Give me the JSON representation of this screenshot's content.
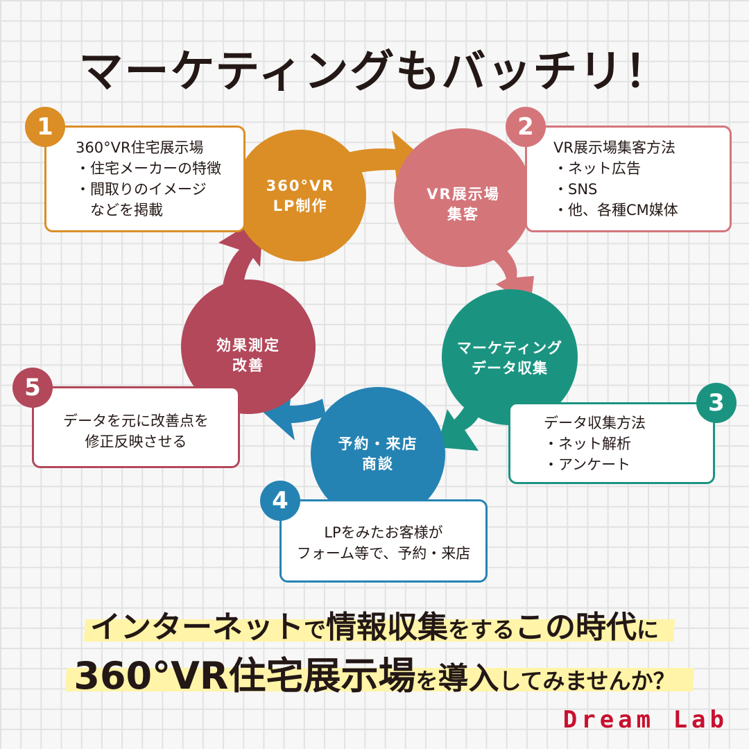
{
  "title": "マーケティングもバッチリ！",
  "colors": {
    "step1": "#DB8E26",
    "step2": "#D4757A",
    "step3": "#1A9480",
    "step4": "#2583B3",
    "step5": "#B2485A",
    "highlight": "#FFF4A8",
    "logo": "#C8102E"
  },
  "steps": [
    {
      "number": "1",
      "circle": [
        "360°VR",
        "LP制作"
      ],
      "box": [
        "360°VR住宅展示場",
        "・住宅メーカーの特徴",
        "・間取りのイメージ",
        "　などを掲載"
      ]
    },
    {
      "number": "2",
      "circle": [
        "VR展示場",
        "集客"
      ],
      "box": [
        "VR展示場集客方法",
        "・ネット広告",
        "・SNS",
        "・他、各種CM媒体"
      ]
    },
    {
      "number": "3",
      "circle": [
        "マーケティング",
        "データ収集"
      ],
      "box": [
        "データ収集方法",
        "・ネット解析",
        "・アンケート"
      ]
    },
    {
      "number": "4",
      "circle": [
        "予約・来店",
        "商談"
      ],
      "box": [
        "LPをみたお客様が",
        "フォーム等で、予約・来店"
      ]
    },
    {
      "number": "5",
      "circle": [
        "効果測定",
        "改善"
      ],
      "box": [
        "データを元に改善点を",
        "修正反映させる"
      ]
    }
  ],
  "bottom": {
    "line1": [
      "インターネット",
      "で",
      "情報収集",
      "をする",
      "この時代",
      "に"
    ],
    "line2": [
      "360°VR住宅展示場",
      "を",
      "導入",
      "してみませんか？"
    ]
  },
  "logo": "Dream Lab"
}
